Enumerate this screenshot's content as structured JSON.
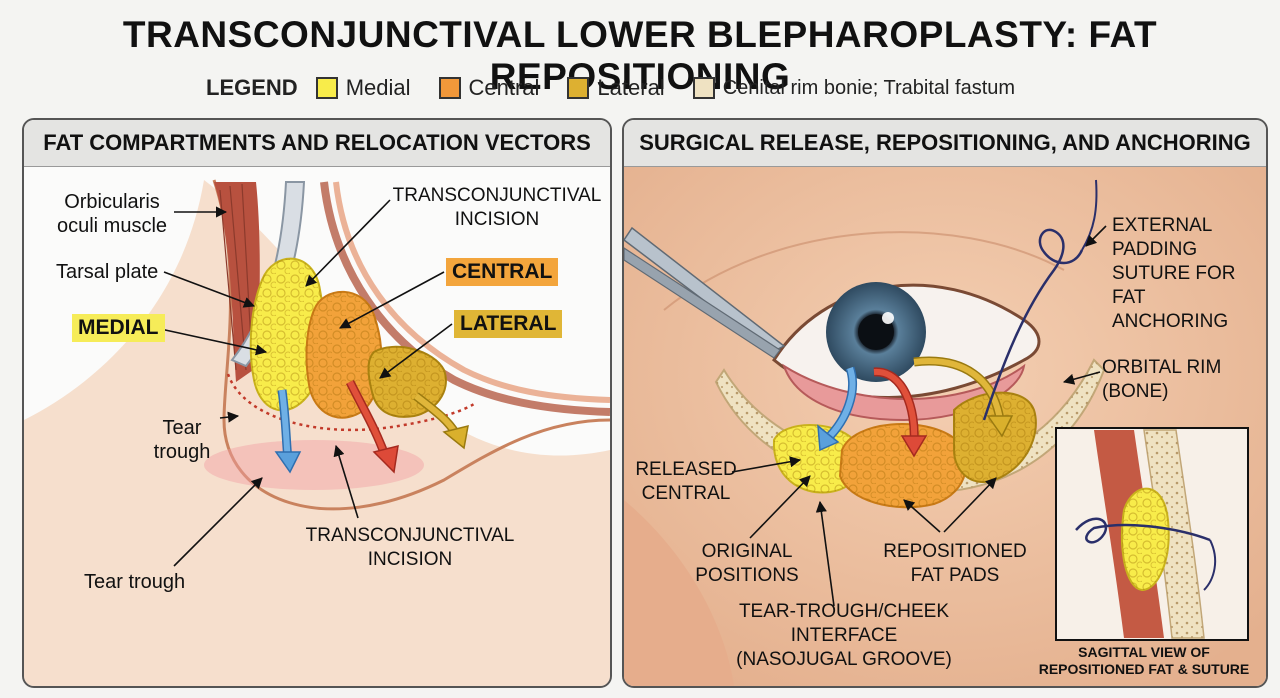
{
  "title": "TRANSCONJUNCTIVAL LOWER BLEPHAROPLASTY: FAT REPOSITIONING",
  "legend": {
    "title": "LEGEND",
    "items": [
      {
        "label": "Medial",
        "color": "#f8ec4a"
      },
      {
        "label": "Central",
        "color": "#f2983a"
      },
      {
        "label": "Lateral",
        "color": "#ddb031"
      },
      {
        "label": "Cenital rim bonie;  Trabital fastum",
        "color": "#efe2c2"
      }
    ]
  },
  "left_panel": {
    "header": "FAT COMPARTMENTS AND RELOCATION VECTORS",
    "labels": {
      "orbicularis": "Orbicularis\noculi muscle",
      "tarsal": "Tarsal plate",
      "medial": "MEDIAL",
      "incision_top": "TRANSCONJUNCTIVAL\nINCISION",
      "central": "CENTRAL",
      "lateral": "LATERAL",
      "tear_trough_1": "Tear\ntrough",
      "tear_trough_2": "Tear trough",
      "incision_bottom": "TRANSCONJUNCTIVAL\nINCISION"
    }
  },
  "right_panel": {
    "header": "SURGICAL RELEASE, REPOSITIONING, AND ANCHORING",
    "labels": {
      "suture": "EXTERNAL\nPADDING\nSUTURE FOR\nFAT ANCHORING",
      "rim": "ORBITAL RIM\n(BONE)",
      "released": "RELEASED\nCENTRAL",
      "original": "ORIGINAL\nPOSITIONS",
      "repositioned": "REPOSITIONED\nFAT PADS",
      "groove": "TEAR-TROUGH/CHEEK\nINTERFACE\n(NASOJUGAL GROOVE)",
      "inset_caption": "SAGITTAL VIEW OF\nREPOSITIONED FAT & SUTURE"
    }
  },
  "colors": {
    "medial": "#f8ec4a",
    "central": "#f2983a",
    "lateral": "#ddb031",
    "arrow_blue": "#5aa0dc",
    "arrow_red": "#dd4a38",
    "arrow_gold": "#d9b02c",
    "skin": "#f2c9a8"
  }
}
